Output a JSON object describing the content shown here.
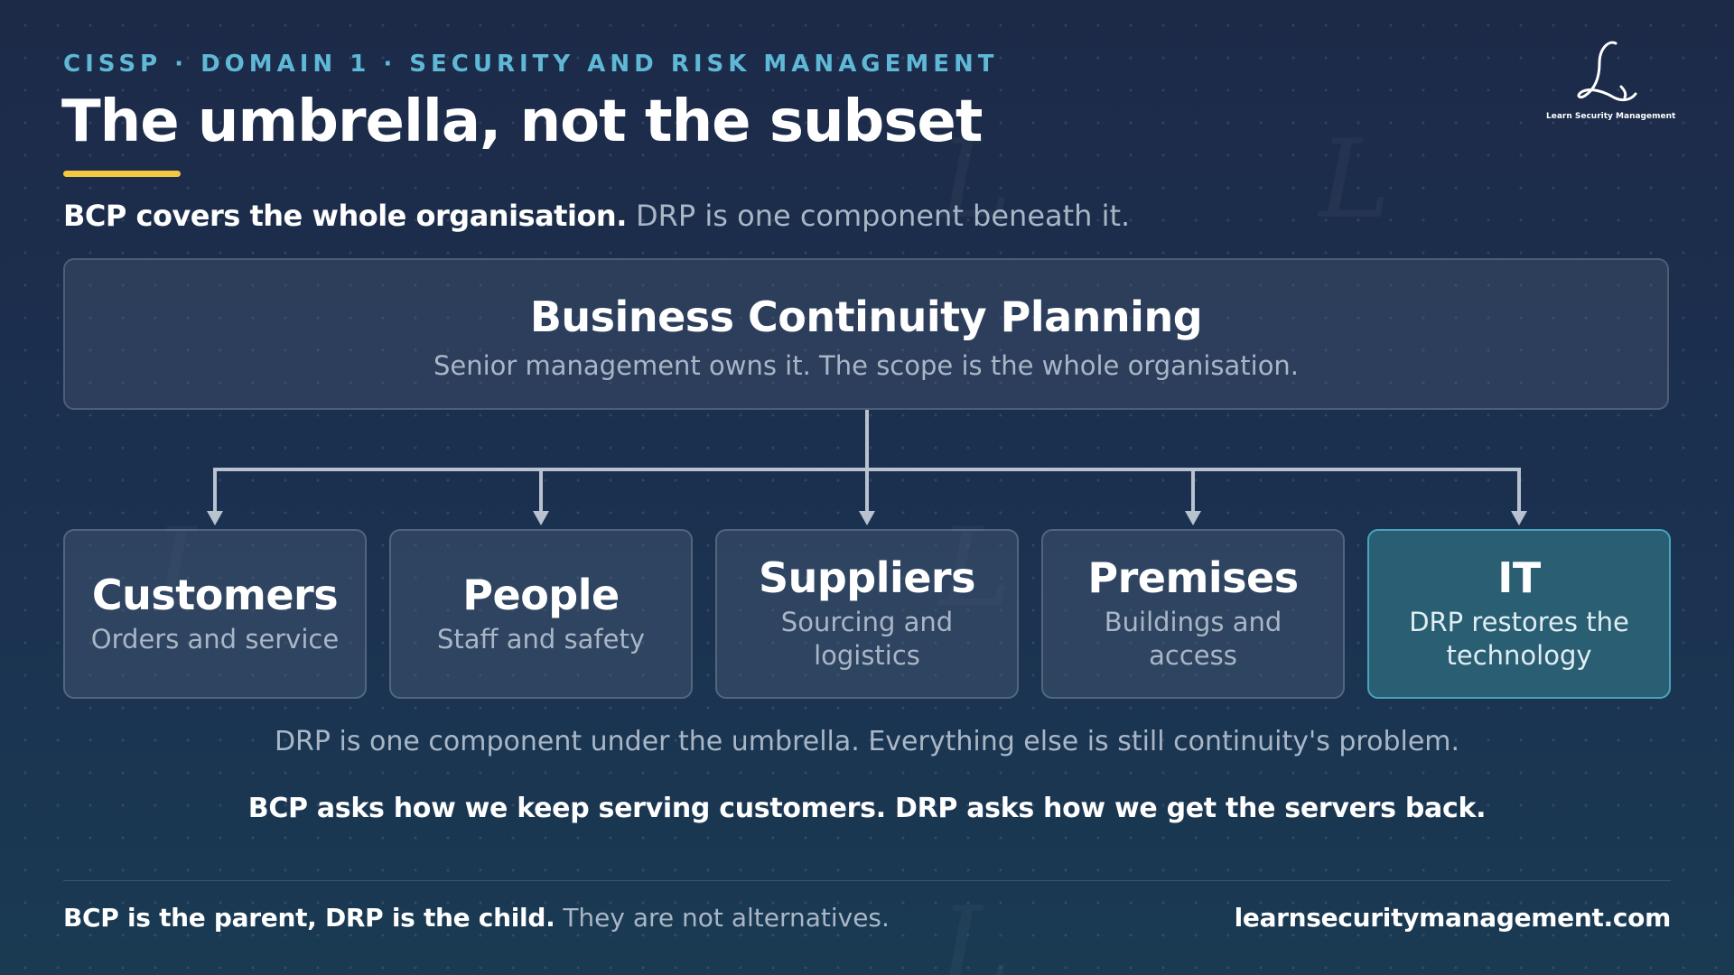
{
  "header": {
    "overline": "CISSP · DOMAIN 1 · SECURITY AND RISK MANAGEMENT",
    "title": "The umbrella, not the subset",
    "subtitle_strong": "BCP covers the whole organisation.",
    "subtitle_rest": "DRP is one component beneath it."
  },
  "logo": {
    "caption": "Learn Security Management",
    "glyph": "L"
  },
  "bcp": {
    "title": "Business Continuity Planning",
    "subtitle": "Senior management owns it. The scope is the whole organisation."
  },
  "components": [
    {
      "title": "Customers",
      "desc": "Orders and service"
    },
    {
      "title": "People",
      "desc": "Staff and safety"
    },
    {
      "title": "Suppliers",
      "desc": "Sourcing and logistics"
    },
    {
      "title": "Premises",
      "desc": "Buildings and access"
    },
    {
      "title": "IT",
      "desc": "DRP restores the technology"
    }
  ],
  "notes": {
    "umbrella": "DRP is one component under the umbrella. Everything else is still continuity's problem.",
    "contrast": "BCP asks how we keep serving customers. DRP asks how we get the servers back."
  },
  "footer": {
    "left_strong": "BCP is the parent, DRP is the child.",
    "left_rest": "They are not alternatives.",
    "right": "learnsecuritymanagement.com"
  },
  "colors": {
    "accent_overline": "#5fb8d6",
    "underline": "#f5c842",
    "highlight_card": "#2a5e72"
  }
}
